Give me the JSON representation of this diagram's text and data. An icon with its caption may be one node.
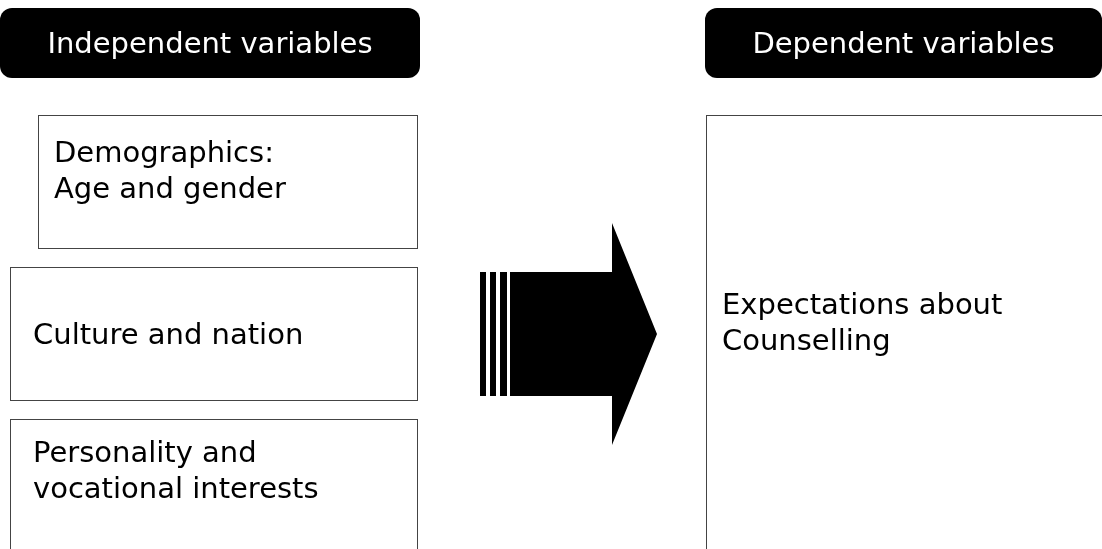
{
  "diagram": {
    "nodes": [
      {
        "text": [
          "Independent variables"
        ]
      },
      {
        "text": [
          "Dependent variables"
        ]
      },
      {
        "text": [
          "Demographics: Age and gender"
        ]
      },
      {
        "text": [
          "Culture and nation"
        ]
      },
      {
        "text": [
          "Personality and vocational interests"
        ]
      },
      {
        "text": [
          "Expectations about Counselling"
        ]
      }
    ],
    "edges": [
      {
        "from": 2,
        "to": 5,
        "arrow": "to",
        "style": "thick"
      },
      {
        "from": 3,
        "to": 5,
        "arrow": "to",
        "style": "thick"
      },
      {
        "from": 4,
        "to": 5,
        "arrow": "to",
        "style": "thick"
      }
    ]
  }
}
